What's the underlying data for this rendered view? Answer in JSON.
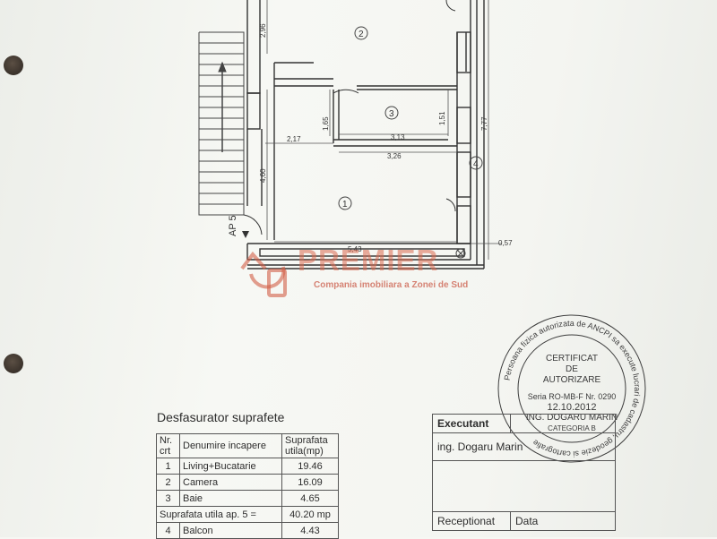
{
  "floorplan": {
    "room_labels": [
      "1",
      "2",
      "3",
      "4"
    ],
    "apartment_label": "AP 5",
    "dimensions": {
      "d296": "2,96",
      "d165": "1,65",
      "d217": "2,17",
      "d313": "3,13",
      "d326": "3,26",
      "d151": "1,51",
      "d777": "7,77",
      "d460": "4,60",
      "d543": "5,43",
      "d057": "0,57"
    }
  },
  "watermark": {
    "brand": "PREMIER",
    "tagline": "Compania imobiliara a Zonei de Sud"
  },
  "stamp": {
    "ring_text": "Persoana fizica autorizata de ANCPI sa execute lucrari de cadastru, geodezie si cartografie",
    "line1": "CERTIFICAT",
    "line2": "DE",
    "line3": "AUTORIZARE",
    "series": "Seria RO-MB-F Nr. 0290",
    "date": "12.10.2012",
    "engineer": "ING. DOGARU MARIN",
    "category": "CATEGORIA B"
  },
  "summary": {
    "title": "Desfasurator suprafete",
    "headers": [
      "Nr. crt",
      "Denumire incapere",
      "Suprafata utila(mp)"
    ],
    "rows": [
      {
        "nr": "1",
        "name": "Living+Bucatarie",
        "area": "19.46"
      },
      {
        "nr": "2",
        "name": "Camera",
        "area": "16.09"
      },
      {
        "nr": "3",
        "name": "Baie",
        "area": "4.65"
      }
    ],
    "total_label": "Suprafata utila  ap. 5 =",
    "total_value": "40.20 mp",
    "balcony": {
      "nr": "4",
      "name": "Balcon",
      "area": "4.43"
    }
  },
  "executor": {
    "label": "Executant",
    "name": "ing. Dogaru Marin",
    "received_label": "Receptionat",
    "date_label": "Data"
  }
}
